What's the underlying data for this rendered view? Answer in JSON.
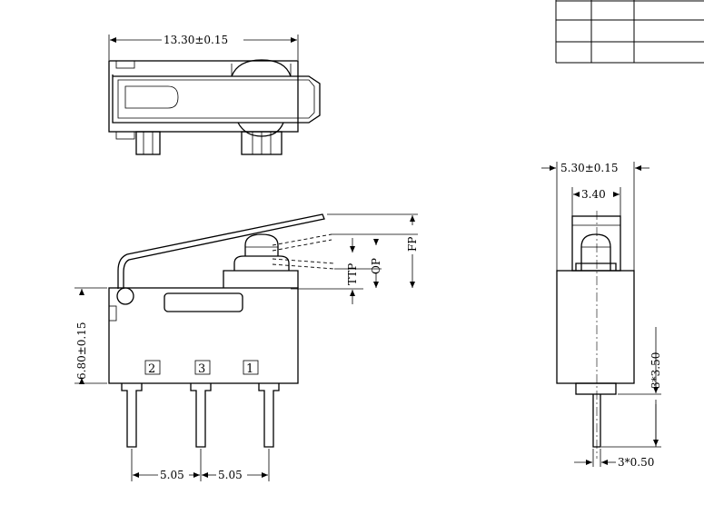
{
  "dimensions": {
    "top_width": "13.30±0.15",
    "right_width": "5.30±0.15",
    "right_inner": "3.40",
    "height": "6.80±0.15",
    "pin_pitch_1": "5.05",
    "pin_pitch_2": "5.05",
    "pin_length": "3*3.50",
    "pin_thickness": "3*0.50",
    "ttp": "TTP",
    "op": "OP",
    "fp": "FP"
  },
  "terminals": [
    "2",
    "3",
    "1"
  ]
}
